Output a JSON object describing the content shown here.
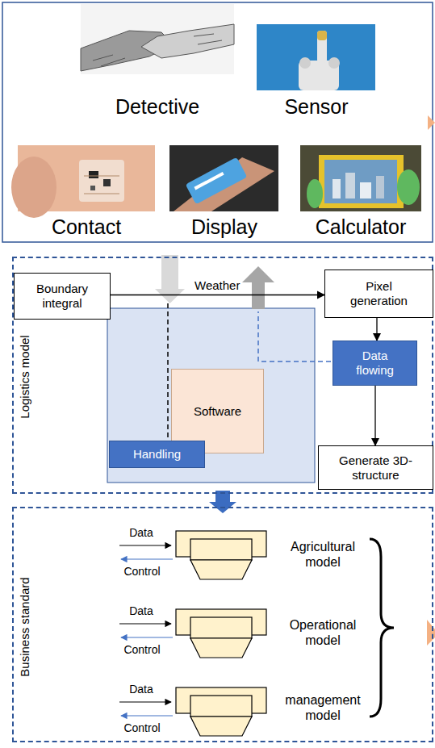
{
  "diagram": {
    "nodes": [
      {
        "text": [
          "Logistics model"
        ]
      },
      {
        "text": [
          "Boundary integral"
        ],
        "in": 0
      },
      {
        "text": [
          "Pixel generation"
        ],
        "in": 0
      },
      {
        "text": [
          "Software"
        ],
        "in": 0
      },
      {
        "text": [
          "Handling"
        ],
        "in": 0
      },
      {
        "text": [
          "Data flowing"
        ],
        "in": 0
      },
      {
        "text": [
          "Generate 3D-structure"
        ],
        "in": 0
      },
      {
        "text": [
          "Business standard"
        ]
      }
    ],
    "edges": [
      {
        "from": 1,
        "to": 2,
        "label": "Weather",
        "arrow": "to"
      },
      {
        "from": 2,
        "to": 5,
        "arrow": "to"
      },
      {
        "from": 5,
        "to": 6,
        "arrow": "to"
      },
      {
        "from": 0,
        "to": 7,
        "arrow": "to"
      }
    ],
    "labels": [
      "Detective",
      "Sensor",
      "Contact",
      "Display",
      "Calculator",
      "Data",
      "Control",
      "Agricultural model",
      "Data",
      "Control",
      "Operational model",
      "Data",
      "Control",
      "management model"
    ]
  }
}
